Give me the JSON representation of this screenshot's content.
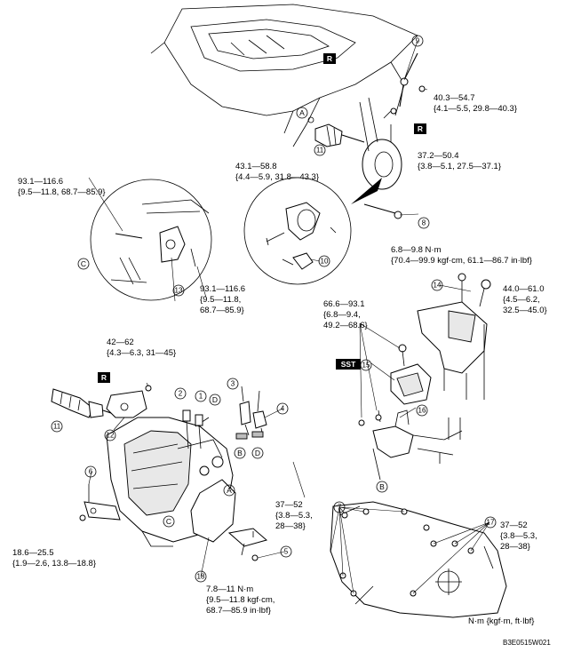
{
  "torques": {
    "t9": [
      "40.3—54.7",
      "{4.1—5.5, 29.8—40.3}"
    ],
    "t8": [
      "37.2—50.4",
      "{3.8—5.1, 27.5—37.1}"
    ],
    "t10": [
      "43.1—58.8",
      "{4.4—5.9, 31.8—43.3}"
    ],
    "t13a": [
      "93.1—116.6",
      "{9.5—11.8, 68.7—85.9}"
    ],
    "t13b": [
      "93.1—116.6",
      "{9.5—11.8,",
      "68.7—85.9}"
    ],
    "t14a": [
      "6.8—9.8 N·m",
      "{70.4—99.9 kgf·cm, 61.1—86.7 in·lbf}"
    ],
    "t14b": [
      "44.0—61.0",
      "{4.5—6.2,",
      "32.5—45.0}"
    ],
    "t15": [
      "66.6—93.1",
      "{6.8—9.4,",
      "49.2—68.6}"
    ],
    "t12": [
      "42—62",
      "{4.3—6.3, 31—45}"
    ],
    "t6": [
      "18.6—25.5",
      "{1.9—2.6, 13.8—18.8}"
    ],
    "t5": [
      "7.8—11 N·m",
      "{9.5—11.8 kgf·cm,",
      "68.7—85.9 in·lbf}"
    ],
    "t7": [
      "37—52",
      "{3.8—5.3,",
      "28—38}"
    ],
    "t17": [
      "37—52",
      "{3.8—5.3,",
      "28—38}"
    ]
  },
  "callouts": {
    "n1": "1",
    "n2": "2",
    "n3": "3",
    "n4": "4",
    "n5": "5",
    "n6": "6",
    "n7": "7",
    "n8": "8",
    "n9": "9",
    "n10": "10",
    "n11a": "11",
    "n11b": "11",
    "n12": "12",
    "n13": "13",
    "n14": "14",
    "n15": "15",
    "n16": "16",
    "n17": "17",
    "n18": "18"
  },
  "letters": {
    "a1": "A",
    "a2": "A",
    "b1": "B",
    "b2": "B",
    "c1": "C",
    "c2": "C",
    "d1": "D",
    "d2": "D"
  },
  "boxes": {
    "r1": "R",
    "r2": "R",
    "r3": "R",
    "sst": "SST"
  },
  "units": "N·m {kgf·m, ft·lbf}",
  "figure_code": "B3E0515W021"
}
